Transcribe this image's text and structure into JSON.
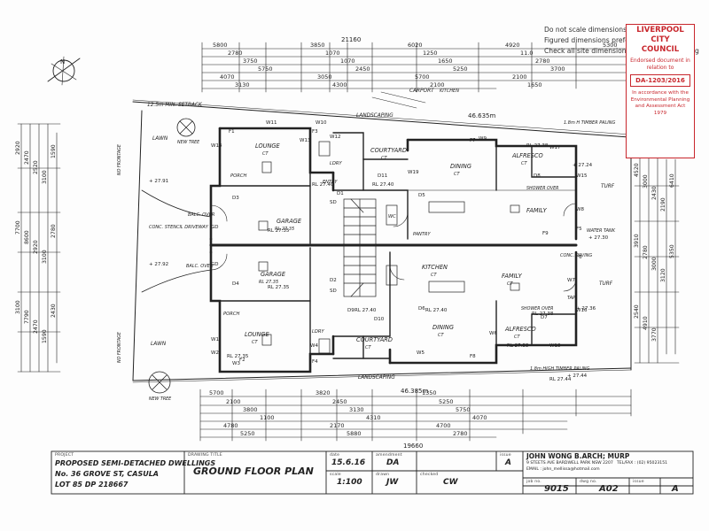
{
  "notes": [
    "Do not scale dimensions",
    "Figured dimensions preferred",
    "Check all site dimensions before commencing"
  ],
  "council_stamp": {
    "title_line1": "LIVERPOOL",
    "title_line2": "CITY",
    "title_line3": "COUNCIL",
    "endorsed": "Endorsed document in relation to",
    "da_number": "DA-1203/2016",
    "act_text": "In accordance with the Environmental Planning and Assessment Act 1979",
    "color": "#c8262c"
  },
  "compass_label": "N",
  "overall_dims": {
    "top": "21160",
    "bottom": "19660",
    "boundary_top": "46.635m",
    "boundary_bottom": "46.385m"
  },
  "top_dims": [
    "5800",
    "2780",
    "3750",
    "5750",
    "4070",
    "3130",
    "3850",
    "1070",
    "1070",
    "2450",
    "3050",
    "4300",
    "6020",
    "1250",
    "1650",
    "5250",
    "5700",
    "2100",
    "4920",
    "11.0",
    "2780",
    "3700",
    "2100",
    "1650",
    "5300"
  ],
  "bottom_dims": [
    "5700",
    "2100",
    "3800",
    "1100",
    "4780",
    "5250",
    "3820",
    "2450",
    "3130",
    "4310",
    "2170",
    "5880",
    "1350",
    "5250",
    "5750",
    "4070",
    "4700",
    "2780"
  ],
  "left_dims": [
    "2920",
    "2470",
    "2520",
    "3100",
    "1590",
    "7700",
    "8600",
    "2920",
    "3100",
    "2780",
    "3100",
    "7790",
    "2470",
    "1590",
    "2430"
  ],
  "right_dims": [
    "4520",
    "3000",
    "2430",
    "2190",
    "6410",
    "3910",
    "2780",
    "3000",
    "3120",
    "5350",
    "2540",
    "4910",
    "3770"
  ],
  "site_labels": {
    "setback": "12.5m MIN. SETBACK",
    "lawn_top": "LAWN",
    "lawn_bottom": "LAWN",
    "turf_top": "TURF",
    "turf_bottom": "TURF",
    "new_tree_top": "NEW TREE",
    "new_tree_bottom": "NEW TREE",
    "driveway": "CONC. STENCIL DRIVEWAY",
    "carport": "CARPORT",
    "kitchen_top_label": "KITCHEN",
    "landscaping_top": "LANDSCAPING",
    "landscaping_bottom": "LANDSCAPING",
    "paling_top": "1.8m H TIMBER PALING",
    "paling_bottom": "1.8m HIGH TIMBER PALING",
    "water_tank": "WATER TANK",
    "no_frontage_top": "NO FRONTAGE",
    "no_frontage_bottom": "NO FRONTAGE",
    "balc_top": "BALC. OVER",
    "balc_bottom": "BALC. OVER",
    "conc_paving": "CONC. PAVING",
    "tap": "TAP",
    "rl_levels": [
      "RL 27.40",
      "RL 27.35",
      "RL 27.35",
      "RL 27.40",
      "RL 27.38",
      "RL 27.38",
      "RL 27.44",
      "RL 27.35",
      "RL 27.40",
      "RL 27.38",
      "RL 27.40"
    ],
    "spot_levels": [
      "+ 27.91",
      "+ 27.92",
      "+ 27.24",
      "+ 27.44",
      "+ 27.36",
      "+ 27.30"
    ]
  },
  "rooms": {
    "lounge_top": "LOUNGE",
    "lounge_top_fl": "CT",
    "lounge_bottom": "LOUNGE",
    "lounge_bottom_fl": "CT",
    "garage_top": "GARAGE",
    "garage_top_rl": "RL 27.35",
    "garage_bottom": "GARAGE",
    "garage_bottom_rl": "RL 27.35",
    "courtyard_top": "COURTYARD",
    "courtyard_top_fl": "CT",
    "courtyard_bottom": "COURTYARD",
    "courtyard_bottom_fl": "CT",
    "dining_top": "DINING",
    "dining_top_fl": "CT",
    "dining_bottom": "DINING",
    "dining_bottom_fl": "CT",
    "family_top": "FAMILY",
    "family_bottom": "FAMILY",
    "family_bottom_fl": "CT",
    "kitchen": "KITCHEN",
    "kitchen_fl": "CT",
    "alfresco_top": "ALFRESCO",
    "alfresco_top_fl": "CT",
    "alfresco_bottom": "ALFRESCO",
    "alfresco_bottom_fl": "CT",
    "porch_top": "PORCH",
    "porch_bottom": "PORCH",
    "ldry_top": "LDRY",
    "ldry_bottom": "LDRY",
    "wc": "WC",
    "pantry": "PANTRY",
    "shower_bottom": "SHOWER OVER",
    "shower_top": "SHOWER OVER",
    "entry": "ENTRY"
  },
  "wall_tags": [
    "W14",
    "W11",
    "W13",
    "W12",
    "W8",
    "W7",
    "W6",
    "W5",
    "W4",
    "W3",
    "W2",
    "W1",
    "W9",
    "W10",
    "W15",
    "W16",
    "W17",
    "W18",
    "W19",
    "D1",
    "D2",
    "D3",
    "D4",
    "D5",
    "D6",
    "D7",
    "D8",
    "D9",
    "D10",
    "D11",
    "F1",
    "F2",
    "F3",
    "F4",
    "F5",
    "F6",
    "F7",
    "F8",
    "F9",
    "SD",
    "SD",
    "GD",
    "GD"
  ],
  "title_block": {
    "project_label": "PROJECT",
    "project_line1": "PROPOSED SEMI-DETACHED DWELLINGS",
    "project_line2": "No. 36 GROVE ST, CASULA",
    "project_line3": "LOT 85  DP 218667",
    "drawing_title_label": "DRAWING TITLE",
    "drawing_title": "GROUND FLOOR PLAN",
    "date_label": "date",
    "date": "15.6.16",
    "amendment_label": "amendment",
    "amendment": "DA",
    "issue_label": "issue",
    "issue": "A",
    "architect": "JOHN WONG  B.ARCH;  MURP",
    "address": "9 STEETS AVE BARDWELL PARK NSW 2207",
    "telfax": "TEL/FAX : (02) 95023151",
    "email": "EMAIL : john_mellissa@hotmail.com",
    "scale_label": "scale",
    "scale": "1:100",
    "drawn_label": "drawn",
    "drawn": "JW",
    "checked_label": "checked",
    "checked": "CW",
    "job_label": "job no.",
    "job": "9015",
    "dwg_label": "dwg no.",
    "dwg": "A02",
    "issue2_label": "issue",
    "issue2": "A"
  }
}
